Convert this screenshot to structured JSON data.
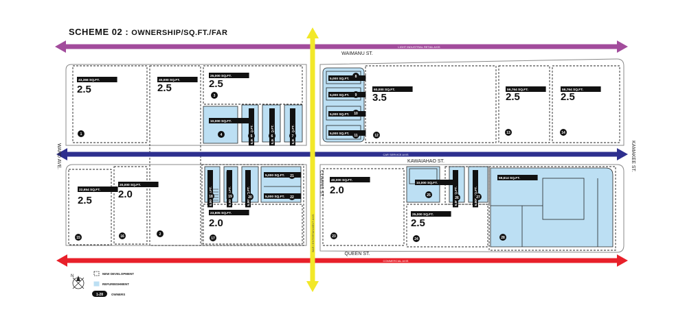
{
  "title": {
    "main": "SCHEME 02",
    "sub": "OWNERSHIP/SQ.FT./FAR"
  },
  "axes": {
    "light_industrial": "LIGHT INDUSTRIAL RETAIL AXIS",
    "car_service": "CAR SERVICE AXIS",
    "commercial": "COMMERCIAL AXIS",
    "bar_entertainment": "BAR / ENTERTAINMENT AXIS"
  },
  "streets": {
    "waimanu": "WAIMANU ST.",
    "kawaiahao": "KAWAIAHAO ST.",
    "queen": "QUEEN ST.",
    "ward": "WARD AVE.",
    "kamakee": "KAMAKEE ST.",
    "cumins": "CUMINS ST."
  },
  "parcels": [
    {
      "owner": "1",
      "sqft": "43,366 SQ.FT.",
      "far": "2.5",
      "type": "new"
    },
    {
      "owner": "2",
      "sqft": "40,000 SQ.FT.",
      "far": "2.5",
      "type": "new"
    },
    {
      "owner": "3",
      "sqft": "25,000 SQ.FT.",
      "far": "2.5",
      "type": "new"
    },
    {
      "owner": "4",
      "sqft": "10,000 SQ.FT.",
      "far": "",
      "type": "refurb"
    },
    {
      "owner": "5",
      "sqft": "5,000 SQ.FT.",
      "far": "",
      "type": "refurb"
    },
    {
      "owner": "6",
      "sqft": "5,000 SQ.FT.",
      "far": "",
      "type": "refurb"
    },
    {
      "owner": "7",
      "sqft": "5,000 SQ.FT.",
      "far": "",
      "type": "refurb"
    },
    {
      "owner": "8",
      "sqft": "5,000 SQ.FT.",
      "far": "",
      "type": "refurb"
    },
    {
      "owner": "9",
      "sqft": "5,000 SQ.FT.",
      "far": "",
      "type": "refurb"
    },
    {
      "owner": "10",
      "sqft": "5,000 SQ.FT.",
      "far": "",
      "type": "refurb"
    },
    {
      "owner": "11",
      "sqft": "5,000 SQ.FT.",
      "far": "",
      "type": "refurb"
    },
    {
      "owner": "12",
      "sqft": "60,000 SQ.FT.",
      "far": "3.5",
      "type": "new"
    },
    {
      "owner": "13",
      "sqft": "59,764 SQ.FT.",
      "far": "2.5",
      "type": "new"
    },
    {
      "owner": "14",
      "sqft": "59,764 SQ.FT.",
      "far": "2.5",
      "type": "new"
    },
    {
      "owner": "15",
      "sqft": "22,654 SQ.FT.",
      "far": "2.5",
      "type": "new"
    },
    {
      "owner": "16",
      "sqft": "20,000 SQ.FT.",
      "far": "2.0",
      "type": "new"
    },
    {
      "owner": "17",
      "sqft": "23,805 SQ.FT.",
      "far": "2.0",
      "type": "new"
    },
    {
      "owner": "18",
      "sqft": "5,000 SQ.FT.",
      "far": "",
      "type": "refurb"
    },
    {
      "owner": "19",
      "sqft": "5,000 SQ.FT.",
      "far": "",
      "type": "refurb"
    },
    {
      "owner": "20",
      "sqft": "5,000 SQ.FT.",
      "far": "",
      "type": "refurb"
    },
    {
      "owner": "21",
      "sqft": "5,000 SQ.FT.",
      "far": "",
      "type": "refurb"
    },
    {
      "owner": "22",
      "sqft": "5,000 SQ.FT.",
      "far": "",
      "type": "refurb"
    },
    {
      "owner": "23",
      "sqft": "40,000 SQ.FT.",
      "far": "2.0",
      "type": "new"
    },
    {
      "owner": "24",
      "sqft": "25,000 SQ.FT.",
      "far": "2.5",
      "type": "new"
    },
    {
      "owner": "25",
      "sqft": "10,000 SQ.FT.",
      "far": "",
      "type": "refurb"
    },
    {
      "owner": "26",
      "sqft": "5,000 SQ.FT.",
      "far": "",
      "type": "refurb"
    },
    {
      "owner": "27",
      "sqft": "5,000 SQ.FT.",
      "far": "",
      "type": "refurb"
    },
    {
      "owner": "28",
      "sqft": "59,614 SQ.FT.",
      "far": "",
      "type": "refurb"
    }
  ],
  "legend": {
    "new_development": "NEW DEVELOPMENT",
    "refurbishment": "REFURBISHMENT",
    "owners_key": "1-28",
    "owners": "OWNERS",
    "north": "N"
  },
  "colors": {
    "light_industrial": "#a24c9c",
    "car_service": "#2d2f8e",
    "commercial": "#e8202a",
    "bar_entertainment": "#f2e829",
    "refurbishment": "#bcdff3"
  }
}
